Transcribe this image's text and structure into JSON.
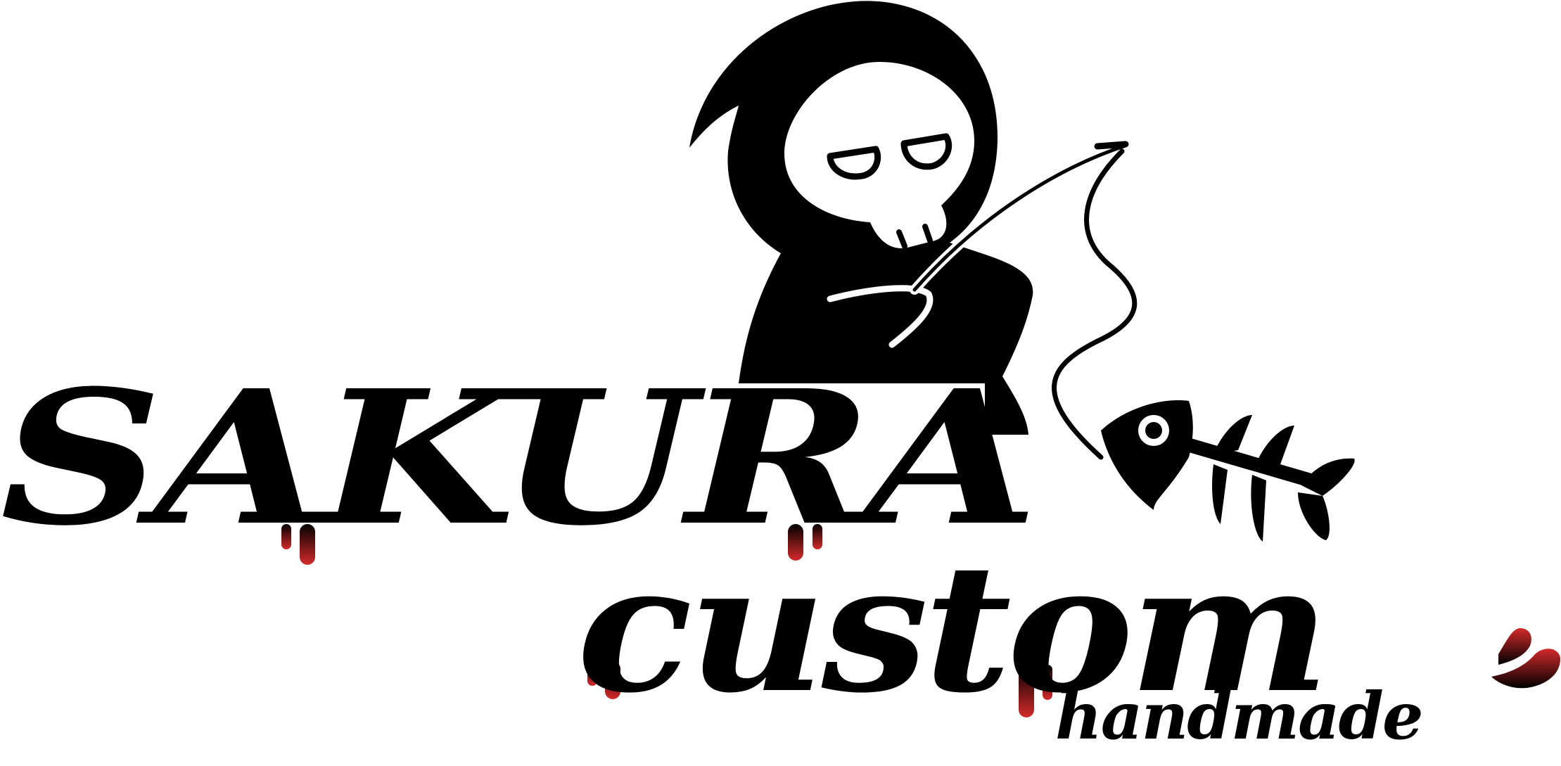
{
  "logo": {
    "line1": "SAKURA",
    "line2": "custom",
    "line3": "handmade"
  },
  "colors": {
    "ink": "#000000",
    "drip_red": "#d42a2a",
    "background": "#ffffff"
  },
  "icons": {
    "mascot": "hooded-skull-fishing-icon",
    "fish": "fish-skeleton-icon",
    "drips": "paint-drip-icon"
  }
}
